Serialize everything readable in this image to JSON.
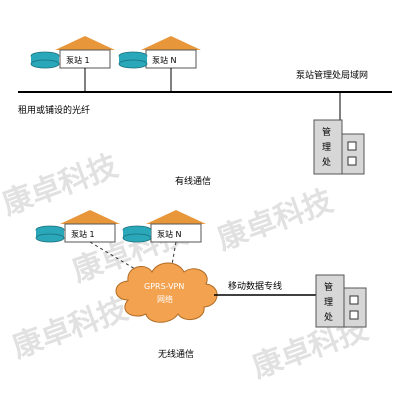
{
  "watermark": "康卓科技",
  "wired": {
    "stations": [
      {
        "label": "泵站 1"
      },
      {
        "label": "泵站 N"
      }
    ],
    "lan_label": "泵站管理处局域网",
    "fiber_label": "租用或铺设的光纤",
    "office_label": [
      "管",
      "理",
      "处"
    ],
    "caption": "有线通信"
  },
  "wireless": {
    "stations": [
      {
        "label": "泵站 1"
      },
      {
        "label": "泵站 N"
      }
    ],
    "cloud_label_line1": "GPRS-VPN",
    "cloud_label_line2": "网络",
    "dedicated_line_label": "移动数据专线",
    "office_label": [
      "管",
      "理",
      "处"
    ],
    "caption": "无线通信"
  },
  "colors": {
    "roof": "#e8963a",
    "tank": "#2aa7b8",
    "cloud": "#f3a24f",
    "building": "#d7d7d7",
    "line": "#000000"
  }
}
